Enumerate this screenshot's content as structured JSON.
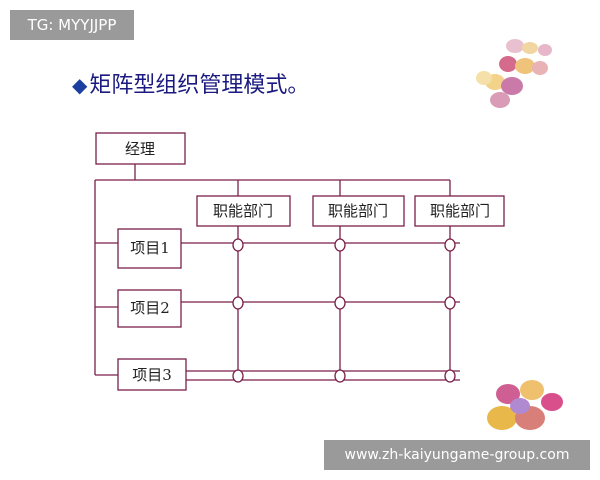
{
  "tag": "TG: MYYJJPP",
  "title": "矩阵型组织管理模式。",
  "title_bullet": "◆",
  "diagram": {
    "manager": "经理",
    "departments": [
      "职能部门",
      "职能部门",
      "职能部门"
    ],
    "projects": [
      "项目1",
      "项目2",
      "项目3"
    ],
    "line_color": "#7a1f4a",
    "box_border": "#7a1f4a"
  },
  "watermark": "www.zh-kaiyungame-group.com"
}
